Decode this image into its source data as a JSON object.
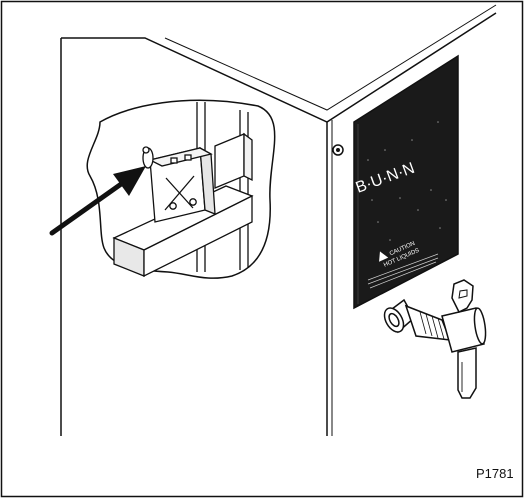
{
  "figure": {
    "code": "P1781"
  },
  "panel": {
    "brand": "B·U·N·N",
    "caution_heading": "CAUTION",
    "caution_subheading": "HOT LIQUIDS"
  },
  "colors": {
    "line": "#111111",
    "panel_fill": "#1a1a1a",
    "background": "#ffffff"
  }
}
